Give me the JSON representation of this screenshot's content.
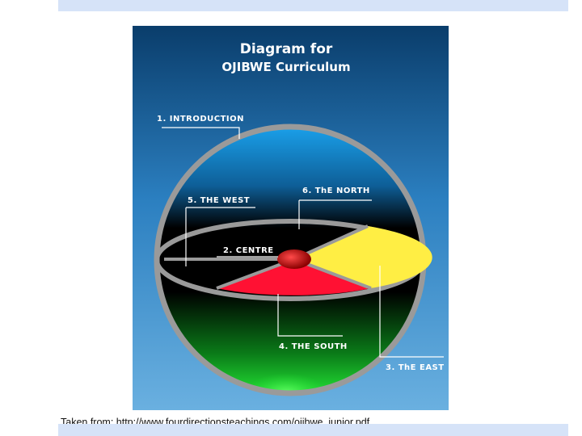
{
  "diagram": {
    "title_line1": "Diagram for",
    "title_line2": "OJIBWE Curriculum",
    "labels": {
      "introduction": "1. INTRODUCTION",
      "centre": "2. CENTRE",
      "east": "3. ThE EAST",
      "south": "4. THE SOUTH",
      "west": "5. THE WEST",
      "north": "6. ThE NORTH"
    },
    "colors": {
      "north": "#ffffff",
      "east": "#ffee44",
      "south": "#ff1133",
      "west": "#000000",
      "centre": "#cc0000",
      "sky": "#2b9fe0",
      "ground": "#22dd33"
    }
  },
  "caption": "Taken from: http://www.fourdirectionsteachings.com/ojibwe_junior.pdf"
}
